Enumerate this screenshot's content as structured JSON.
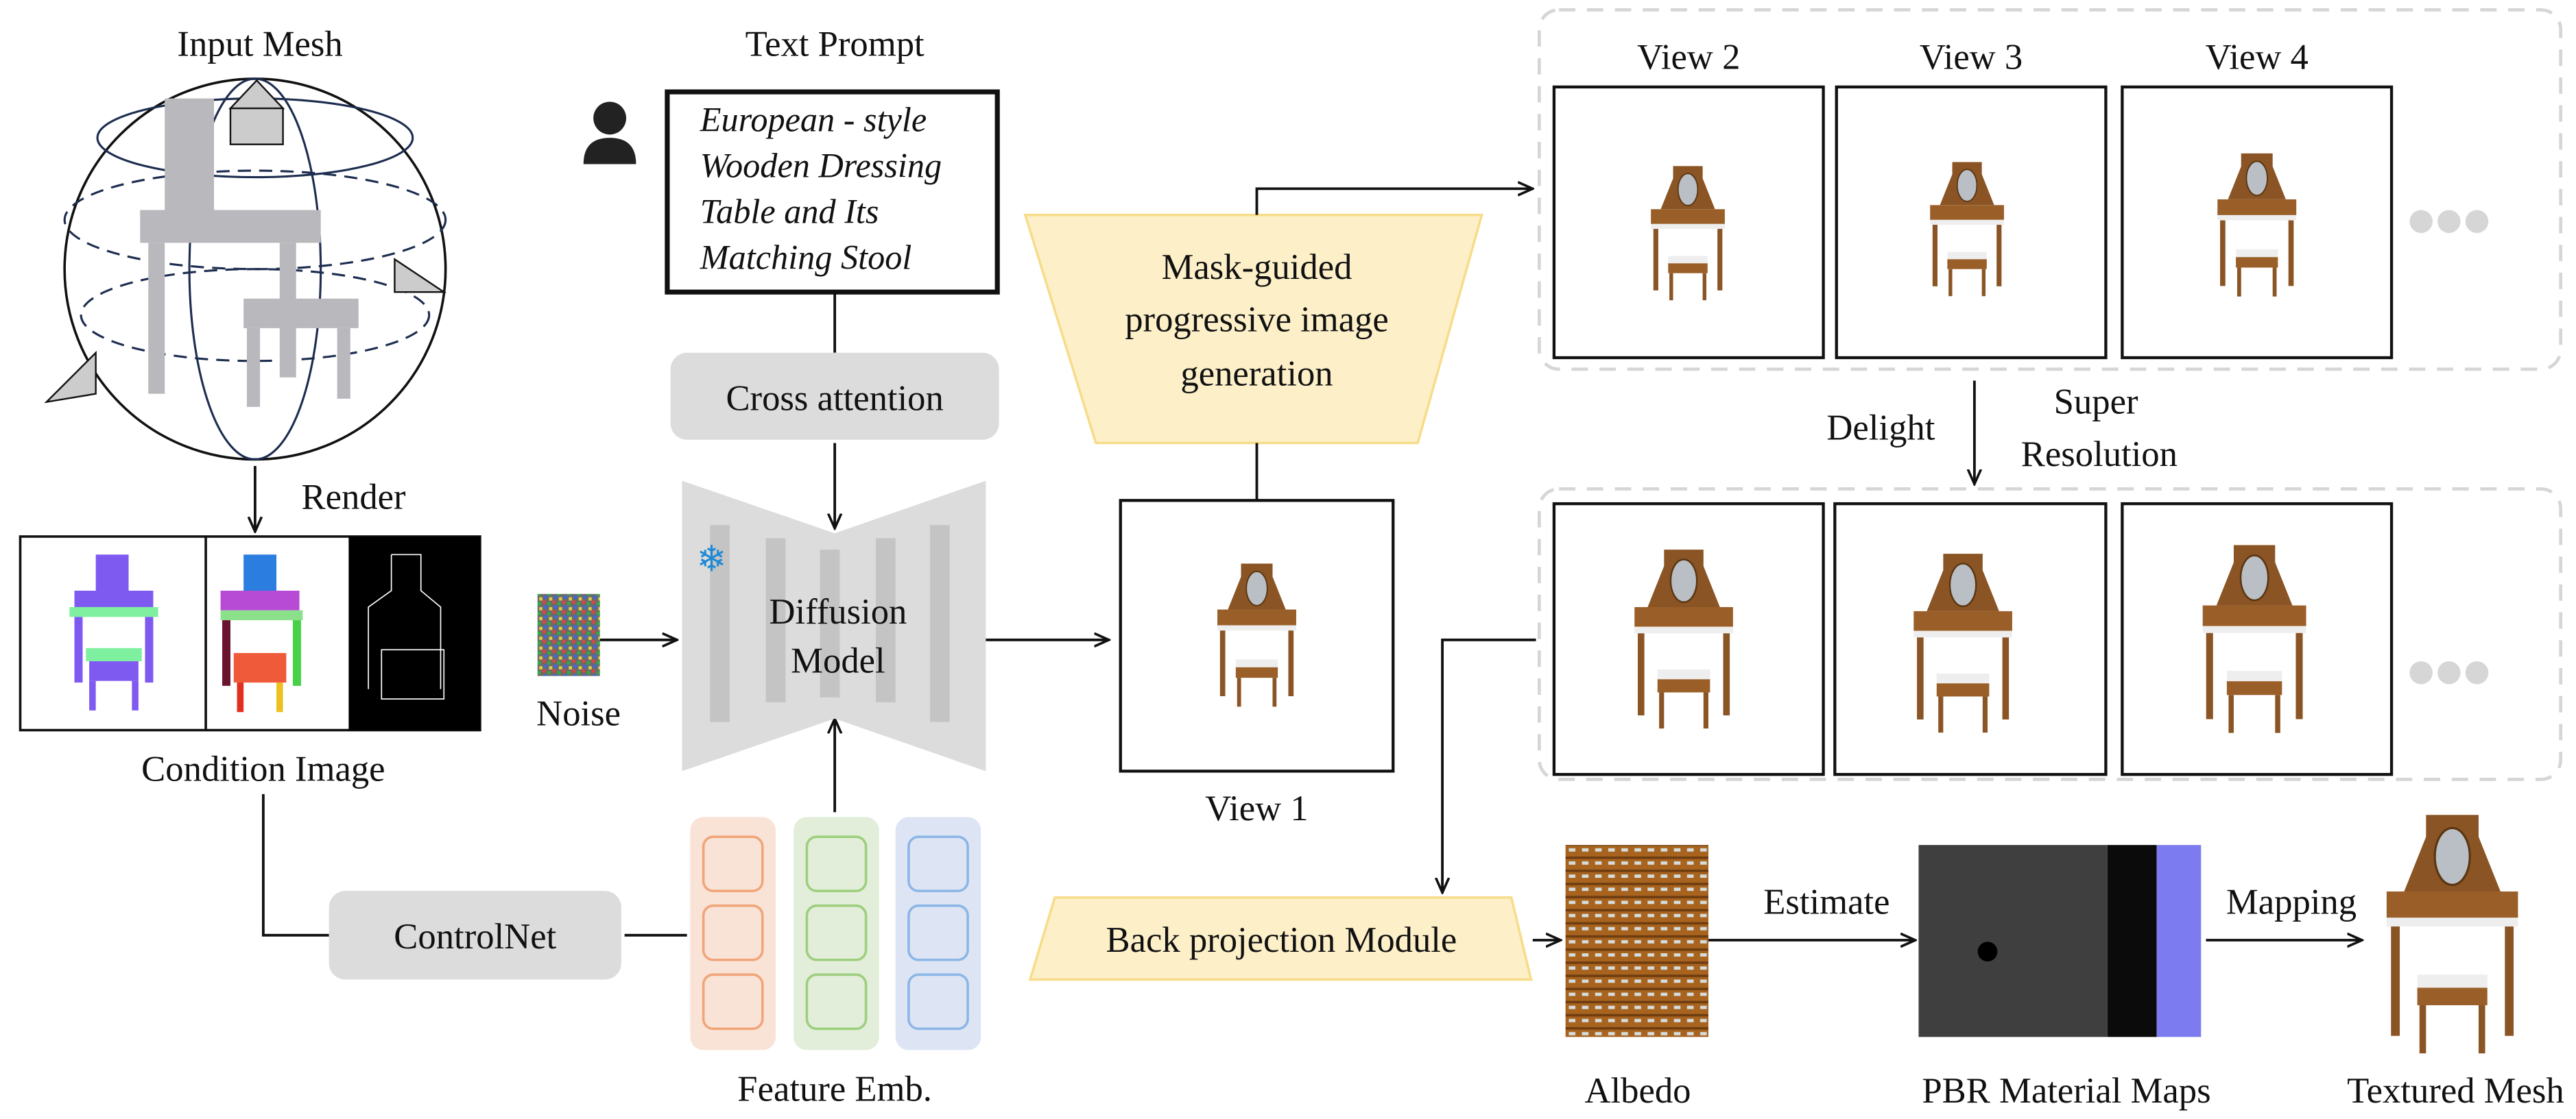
{
  "input_mesh": {
    "title": "Input Mesh"
  },
  "render": {
    "label": "Render"
  },
  "condition_image": {
    "label": "Condition Image"
  },
  "controlnet": {
    "label": "ControlNet"
  },
  "noise": {
    "label": "Noise"
  },
  "diffusion": {
    "line1": "Diffusion",
    "line2": "Model",
    "frozen_icon": "snowflake-icon"
  },
  "text_prompt": {
    "title": "Text Prompt",
    "lines": [
      "European - style",
      "Wooden Dressing",
      "Table and Its",
      "Matching Stool"
    ],
    "user_icon": "person-icon"
  },
  "cross_attention": {
    "label": "Cross attention"
  },
  "feature_emb": {
    "label": "Feature Emb.",
    "colors": [
      "#f9e3d6",
      "#e2eed9",
      "#dde5f4"
    ]
  },
  "mask_guided": {
    "lines": [
      "Mask-guided",
      "progressive image",
      "generation"
    ],
    "color": "#fdf0c9"
  },
  "view1": {
    "label": "View 1"
  },
  "views": {
    "labels": [
      "View 2",
      "View 3",
      "View 4"
    ]
  },
  "delight": {
    "label": "Delight"
  },
  "super_resolution": {
    "line1": "Super",
    "line2": "Resolution"
  },
  "back_projection": {
    "label": "Back projection Module"
  },
  "albedo": {
    "label": "Albedo"
  },
  "estimate": {
    "label": "Estimate"
  },
  "pbr": {
    "label": "PBR Material Maps"
  },
  "mapping": {
    "label": "Mapping"
  },
  "textured_mesh": {
    "label": "Textured Mesh"
  }
}
